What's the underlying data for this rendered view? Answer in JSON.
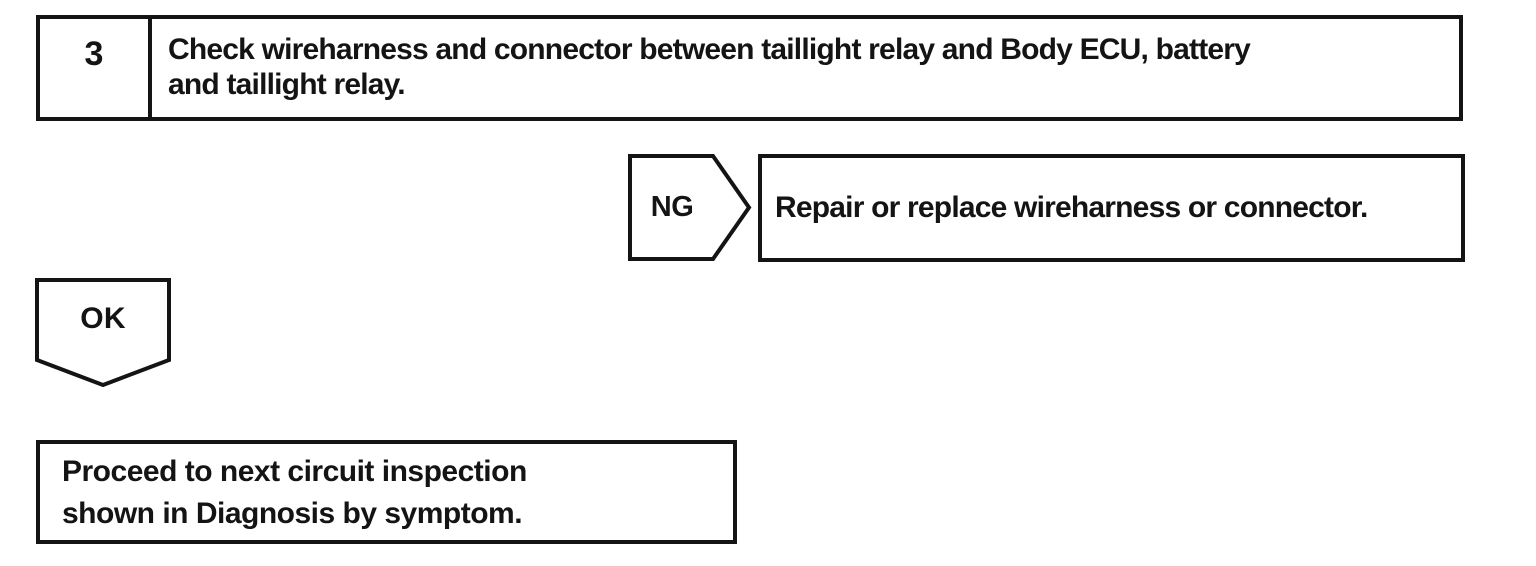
{
  "colors": {
    "line": "#141414",
    "background": "#ffffff"
  },
  "flowchart": {
    "step": {
      "number": "3",
      "instruction_line1": "Check wireharness and connector between taillight relay and Body ECU, battery",
      "instruction_line2": "and taillight relay."
    },
    "ng_branch": {
      "label": "NG",
      "action": "Repair or replace wireharness or connector."
    },
    "ok_branch": {
      "label": "OK",
      "result_line1": "Proceed to next circuit inspection",
      "result_line2": "shown  in Diagnosis by symptom."
    }
  }
}
